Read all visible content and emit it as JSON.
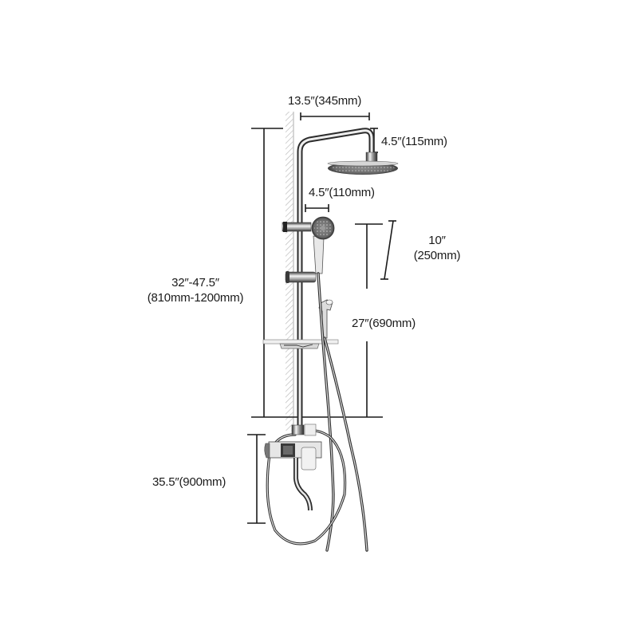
{
  "diagram": {
    "subject": "Exposed shower system with rain head, hand shower, bidet sprayer, soap shelf and tub spout mixer",
    "colors": {
      "background": "#ffffff",
      "dimension_line": "#1a1a1a",
      "chrome_dark": "#3a3a3a",
      "chrome_light": "#d9d9d9",
      "wall_hatch": "#b8b8b8"
    },
    "dimensions": {
      "arm_width": {
        "label": "13.5″(345mm)"
      },
      "head_drop": {
        "label": "4.5″(115mm)"
      },
      "hand_shower_width": {
        "label": "4.5″(110mm)"
      },
      "hand_shower_length": {
        "line1": "10″",
        "line2": "(250mm)"
      },
      "riser_height": {
        "line1": "32″-47.5″",
        "line2": "(810mm-1200mm)"
      },
      "slide_bar": {
        "label": "27″(690mm)"
      },
      "mixer_height": {
        "label": "35.5″(900mm)"
      }
    }
  }
}
